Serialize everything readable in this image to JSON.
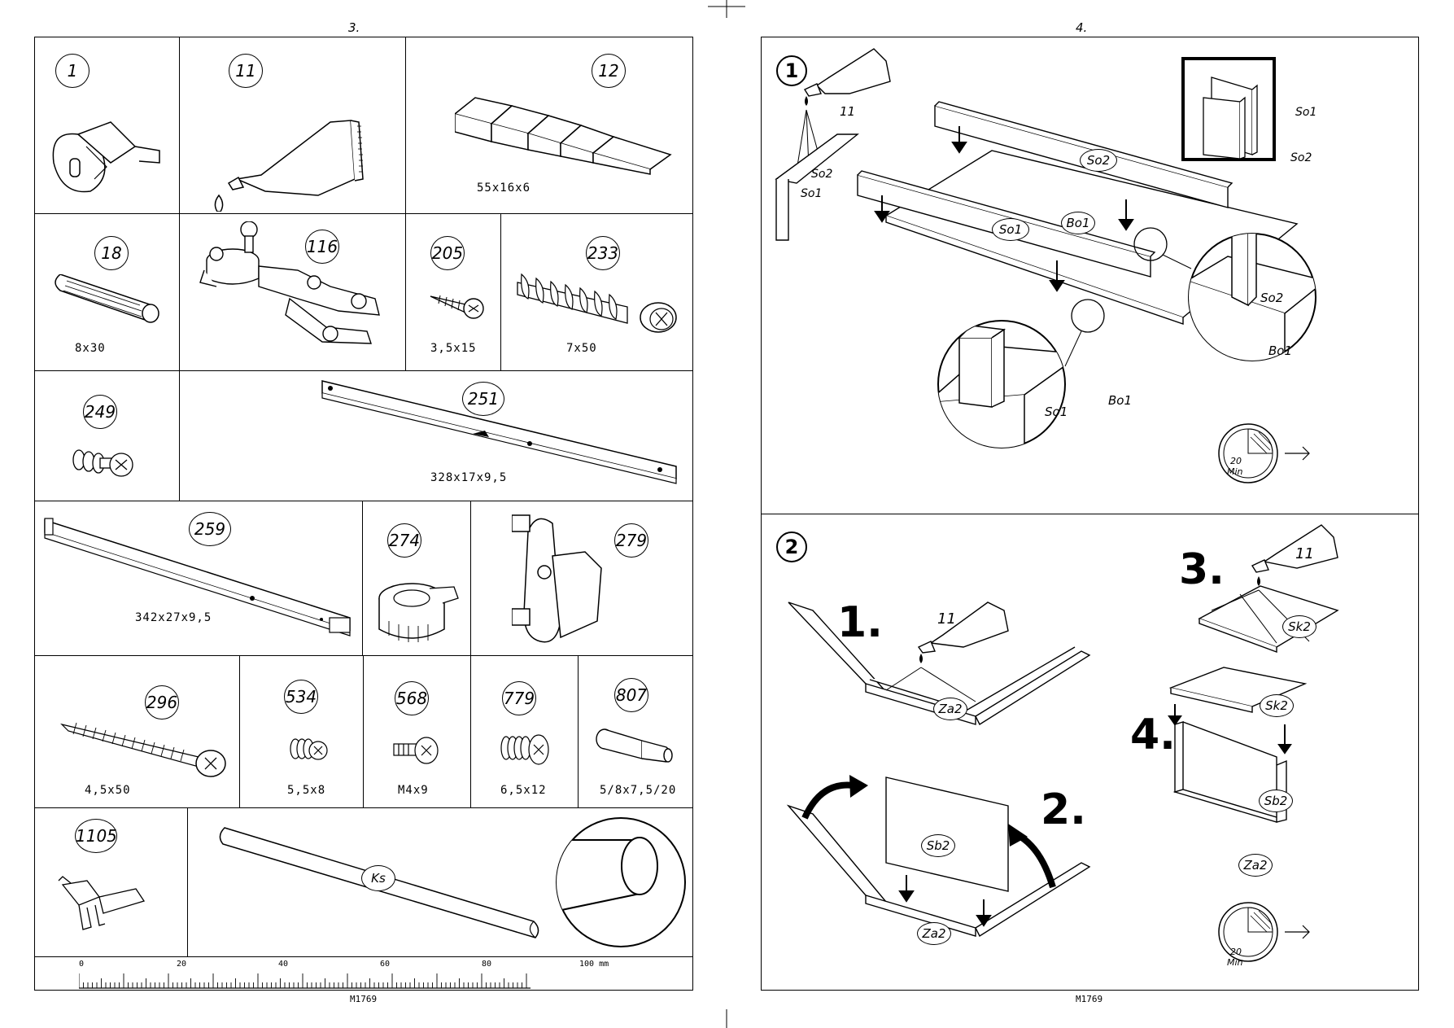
{
  "left_page": {
    "page_number": "3.",
    "footer_code": "M1769",
    "parts": [
      {
        "num": "1",
        "dim": ""
      },
      {
        "num": "11",
        "dim": ""
      },
      {
        "num": "12",
        "dim": "55x16x6"
      },
      {
        "num": "18",
        "dim": "8x30"
      },
      {
        "num": "116",
        "dim": ""
      },
      {
        "num": "205",
        "dim": "3,5x15"
      },
      {
        "num": "233",
        "dim": "7x50"
      },
      {
        "num": "249",
        "dim": ""
      },
      {
        "num": "251",
        "dim": "328x17x9,5"
      },
      {
        "num": "259",
        "dim": "342x27x9,5"
      },
      {
        "num": "274",
        "dim": ""
      },
      {
        "num": "279",
        "dim": ""
      },
      {
        "num": "296",
        "dim": "4,5x50"
      },
      {
        "num": "534",
        "dim": "5,5x8"
      },
      {
        "num": "568",
        "dim": "M4x9"
      },
      {
        "num": "779",
        "dim": "6,5x12"
      },
      {
        "num": "807",
        "dim": "5/8x7,5/20"
      },
      {
        "num": "1105",
        "dim": ""
      }
    ],
    "ks_label": "Ks",
    "ruler": {
      "labels": [
        "0",
        "20",
        "40",
        "60",
        "80",
        "100 mm"
      ]
    }
  },
  "right_page": {
    "page_number": "4.",
    "footer_code": "M1769",
    "step1": {
      "step": "1",
      "glue_label": "11",
      "labels": {
        "so1": "So1",
        "so2": "So2",
        "bo1": "Bo1"
      },
      "inset": {
        "so1": "So1",
        "so2": "So2"
      },
      "timer": {
        "value": "20",
        "unit": "Min"
      }
    },
    "step2": {
      "step": "2",
      "substeps": [
        "1.",
        "2.",
        "3.",
        "4."
      ],
      "glue_label": "11",
      "labels": {
        "za2": "Za2",
        "sb2": "Sb2",
        "sk2": "Sk2"
      },
      "timer": {
        "value": "20",
        "unit": "Min"
      }
    }
  }
}
